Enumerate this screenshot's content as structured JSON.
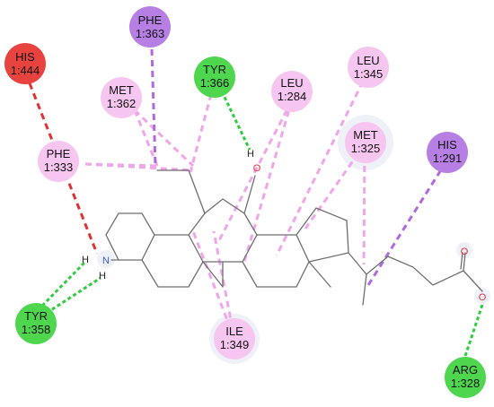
{
  "colors": {
    "pi_alkyl": "#f0a6ea",
    "pi_sigma": "#b069dd",
    "h_bond": "#2ecc40",
    "unfavorable": "#e03232",
    "bond": "#6e6e6e",
    "oxygen": "#e0303a",
    "nitrogen": "#3b5bdb",
    "hydrogen": "#222222"
  },
  "residues": [
    {
      "id": "his444",
      "name": "HIS",
      "number": "1:444",
      "type": "unfavorable",
      "color": "#e8433f",
      "icon": "residue-disc"
    },
    {
      "id": "phe363",
      "name": "PHE",
      "number": "1:363",
      "type": "pi-sigma",
      "color": "#b77ee4",
      "icon": "residue-disc"
    },
    {
      "id": "tyr366",
      "name": "TYR",
      "number": "1:366",
      "type": "h-bond",
      "color": "#4fd64f",
      "icon": "residue-disc"
    },
    {
      "id": "met362",
      "name": "MET",
      "number": "1:362",
      "type": "alkyl",
      "color": "#f7c6f0",
      "icon": "residue-disc"
    },
    {
      "id": "leu284",
      "name": "LEU",
      "number": "1:284",
      "type": "alkyl",
      "color": "#f7c6f0",
      "icon": "residue-disc"
    },
    {
      "id": "leu345",
      "name": "LEU",
      "number": "1:345",
      "type": "alkyl",
      "color": "#f7c6f0",
      "icon": "residue-disc"
    },
    {
      "id": "met325",
      "name": "MET",
      "number": "1:325",
      "type": "alkyl",
      "color": "#f7c6f0",
      "icon": "residue-disc"
    },
    {
      "id": "his291",
      "name": "HIS",
      "number": "1:291",
      "type": "pi-sigma",
      "color": "#b77ee4",
      "icon": "residue-disc"
    },
    {
      "id": "phe333",
      "name": "PHE",
      "number": "1:333",
      "type": "pi-alkyl",
      "color": "#f7c6f0",
      "icon": "residue-disc"
    },
    {
      "id": "tyr358",
      "name": "TYR",
      "number": "1:358",
      "type": "h-bond",
      "color": "#4fd64f",
      "icon": "residue-disc"
    },
    {
      "id": "ile349",
      "name": "ILE",
      "number": "1:349",
      "type": "alkyl",
      "color": "#f7c6f0",
      "icon": "residue-disc"
    },
    {
      "id": "arg328",
      "name": "ARG",
      "number": "1:328",
      "type": "h-bond",
      "color": "#4fd64f",
      "icon": "residue-disc"
    }
  ],
  "atom_labels": {
    "hydroxyl_o": "O",
    "hydroxyl_h": "H",
    "amine_n": "N",
    "amine_h1": "H",
    "amine_h2": "H",
    "carbonyl_o": "O",
    "carboxyl_o": "O"
  }
}
